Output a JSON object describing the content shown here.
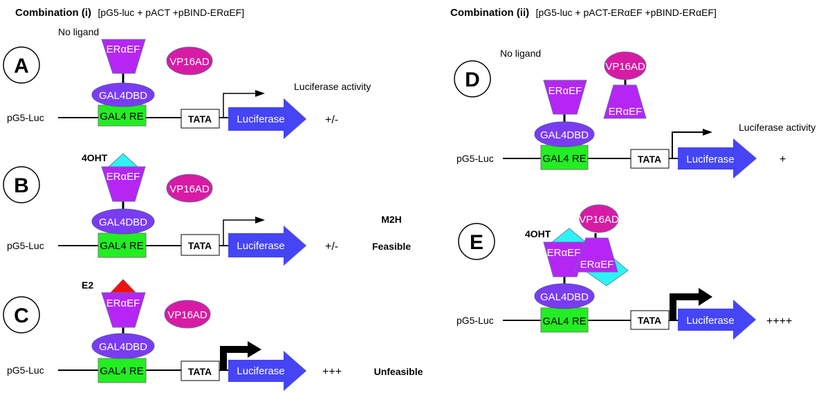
{
  "combination_i": {
    "title_bold": "Combination (i)",
    "title_detail": "[pG5-luc + pACT +pBIND-ERαEF]"
  },
  "combination_ii": {
    "title_bold": "Combination (ii)",
    "title_detail": "[pG5-luc + pACT-ERαEF +pBIND-ERαEF]"
  },
  "labels": {
    "reporter": "pG5-Luc",
    "er_domain": "ERαEF",
    "activation_domain": "VP16AD",
    "dbd": "GAL4DBD",
    "response_element": "GAL4 RE",
    "tata": "TATA",
    "luciferase": "Luciferase",
    "luciferase_activity": "Luciferase activity"
  },
  "panels": {
    "A": {
      "letter": "A",
      "ligand": "No ligand",
      "activity": "+/-"
    },
    "B": {
      "letter": "B",
      "ligand": "4OHT",
      "activity": "+/-"
    },
    "C": {
      "letter": "C",
      "ligand": "E2",
      "activity": "+++"
    },
    "D": {
      "letter": "D",
      "ligand": "No ligand",
      "activity": "+"
    },
    "E": {
      "letter": "E",
      "ligand": "4OHT",
      "activity": "++++"
    }
  },
  "m2h": {
    "header": "M2H",
    "feasible": "Feasible",
    "unfeasible": "Unfeasible"
  },
  "colors": {
    "er_purple": "#b526f5",
    "vp16_magenta": "#d81ba4",
    "gal4dbd_violet": "#7a3cf2",
    "gal4re_green": "#22ee22",
    "luciferase_blue": "#4545f5",
    "ohnt_cyan": "#2ff2f5",
    "e2_red": "#f01010"
  }
}
